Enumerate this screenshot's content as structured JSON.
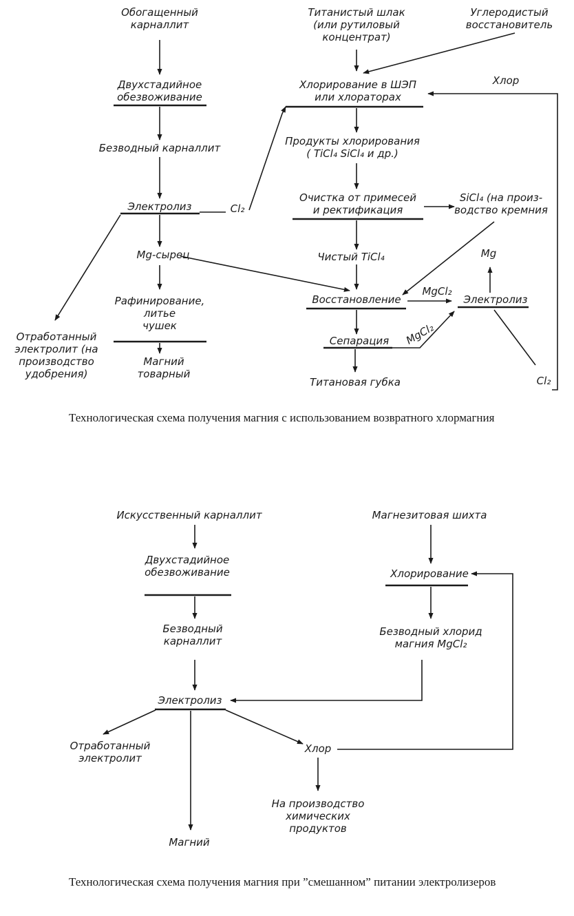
{
  "diagram1": {
    "caption": "Технологическая схема получения магния с использованием возвратного хлормагния",
    "nodes": {
      "enriched_carnallite": [
        "Обогащенный",
        "карналлит"
      ],
      "two_stage_dehydration": [
        "Двухстадийное",
        "обезвоживание"
      ],
      "anhydrous_carnallite": [
        "Безводный карналлит"
      ],
      "electrolysis": [
        "Электролиз"
      ],
      "cl2_left": [
        "Cl₂"
      ],
      "raw_mg": [
        "Mg-сырец"
      ],
      "refining": [
        "Рафинирование,",
        "литье",
        "чушек"
      ],
      "spent_electrolyte": [
        "Отработанный",
        "электролит (на",
        "производство",
        "удобрения)"
      ],
      "commercial_mg": [
        "Магний",
        "товарный"
      ],
      "titanium_slag": [
        "Титанистый шлак",
        "(или рутиловый",
        "концентрат)"
      ],
      "carbon_reductant": [
        "Углеродистый",
        "восстановитель"
      ],
      "chlorine_label": [
        "Хлор"
      ],
      "chlorination": [
        "Хлорирование в ШЭП",
        "или хлораторах"
      ],
      "chlorination_products": [
        "Продукты хлорирования",
        "( TiCl₄ SiCl₄ и др.)"
      ],
      "purification": [
        "Очистка от примесей",
        "и ректификация"
      ],
      "sicl4": [
        "SiCl₄ (на произ-",
        "водство кремния"
      ],
      "pure_ticl4": [
        "Чистый TiCl₄"
      ],
      "mg_right": [
        "Mg"
      ],
      "reduction": [
        "Восстановление"
      ],
      "mgcl2_1": [
        "MgCl₂"
      ],
      "electrolysis_right": [
        "Электролиз"
      ],
      "mgcl2_2": [
        "MgCl₂"
      ],
      "separation": [
        "Сепарация"
      ],
      "ti_sponge": [
        "Титановая губка"
      ],
      "cl2_right": [
        "Cl₂"
      ]
    }
  },
  "diagram2": {
    "caption": "Технологическая схема получения магния при ”смешанном” питании электролизеров",
    "nodes": {
      "artificial_carnallite": [
        "Искусственный карналлит"
      ],
      "two_stage_dehydration": [
        "Двухстадийное",
        "обезвоживание"
      ],
      "anhydrous_carnallite": [
        "Безводный",
        "карналлит"
      ],
      "electrolysis": [
        "Электролиз"
      ],
      "spent_electrolyte": [
        "Отработанный",
        "электролит"
      ],
      "magnesium": [
        "Магний"
      ],
      "chlorine": [
        "Хлор"
      ],
      "chemical_products": [
        "На производство",
        "химических",
        "продуктов"
      ],
      "magnesite_charge": [
        "Магнезитовая шихта"
      ],
      "chlorination": [
        "Хлорирование"
      ],
      "anhydrous_mgcl2": [
        "Безводный хлорид",
        "магния MgCl₂"
      ]
    }
  }
}
